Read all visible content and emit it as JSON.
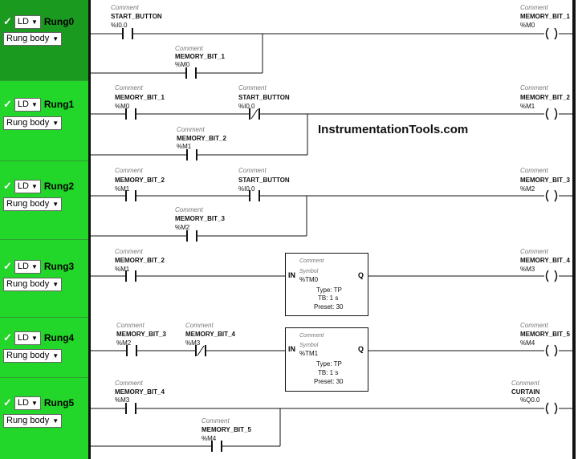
{
  "comment_label": "Comment",
  "symbol_label": "Symbol",
  "ld_label": "LD",
  "rung_body_label": "Rung body",
  "watermark": "InstrumentationTools.com",
  "rungs": [
    {
      "name": "Rung0"
    },
    {
      "name": "Rung1"
    },
    {
      "name": "Rung2"
    },
    {
      "name": "Rung3"
    },
    {
      "name": "Rung4"
    },
    {
      "name": "Rung5"
    }
  ],
  "contacts": [
    {
      "sym": "START_BUTTON",
      "addr": "%I0.0",
      "type": "no"
    },
    {
      "sym": "MEMORY_BIT_1",
      "addr": "%M0",
      "type": "no"
    },
    {
      "sym": "MEMORY_BIT_1",
      "addr": "%M0",
      "type": "no"
    },
    {
      "sym": "START_BUTTON",
      "addr": "%I0.0",
      "type": "nc"
    },
    {
      "sym": "MEMORY_BIT_2",
      "addr": "%M1",
      "type": "no"
    },
    {
      "sym": "MEMORY_BIT_2",
      "addr": "%M1",
      "type": "no"
    },
    {
      "sym": "START_BUTTON",
      "addr": "%I0.0",
      "type": "no"
    },
    {
      "sym": "MEMORY_BIT_3",
      "addr": "%M2",
      "type": "no"
    },
    {
      "sym": "MEMORY_BIT_2",
      "addr": "%M1",
      "type": "no"
    },
    {
      "sym": "MEMORY_BIT_3",
      "addr": "%M2",
      "type": "no"
    },
    {
      "sym": "MEMORY_BIT_4",
      "addr": "%M3",
      "type": "nc"
    },
    {
      "sym": "MEMORY_BIT_4",
      "addr": "%M3",
      "type": "no"
    },
    {
      "sym": "MEMORY_BIT_5",
      "addr": "%M4",
      "type": "no"
    }
  ],
  "coils": [
    {
      "sym": "MEMORY_BIT_1",
      "addr": "%M0"
    },
    {
      "sym": "MEMORY_BIT_2",
      "addr": "%M1"
    },
    {
      "sym": "MEMORY_BIT_3",
      "addr": "%M2"
    },
    {
      "sym": "MEMORY_BIT_4",
      "addr": "%M3"
    },
    {
      "sym": "MEMORY_BIT_5",
      "addr": "%M4"
    },
    {
      "sym": "CURTAIN",
      "addr": "%Q0.0"
    }
  ],
  "timers": [
    {
      "in": "IN",
      "q": "Q",
      "name": "%TM0",
      "type": "Type: TP",
      "tb": "TB: 1 s",
      "preset": "Preset: 30"
    },
    {
      "in": "IN",
      "q": "Q",
      "name": "%TM1",
      "type": "Type: TP",
      "tb": "TB: 1 s",
      "preset": "Preset: 30"
    }
  ]
}
